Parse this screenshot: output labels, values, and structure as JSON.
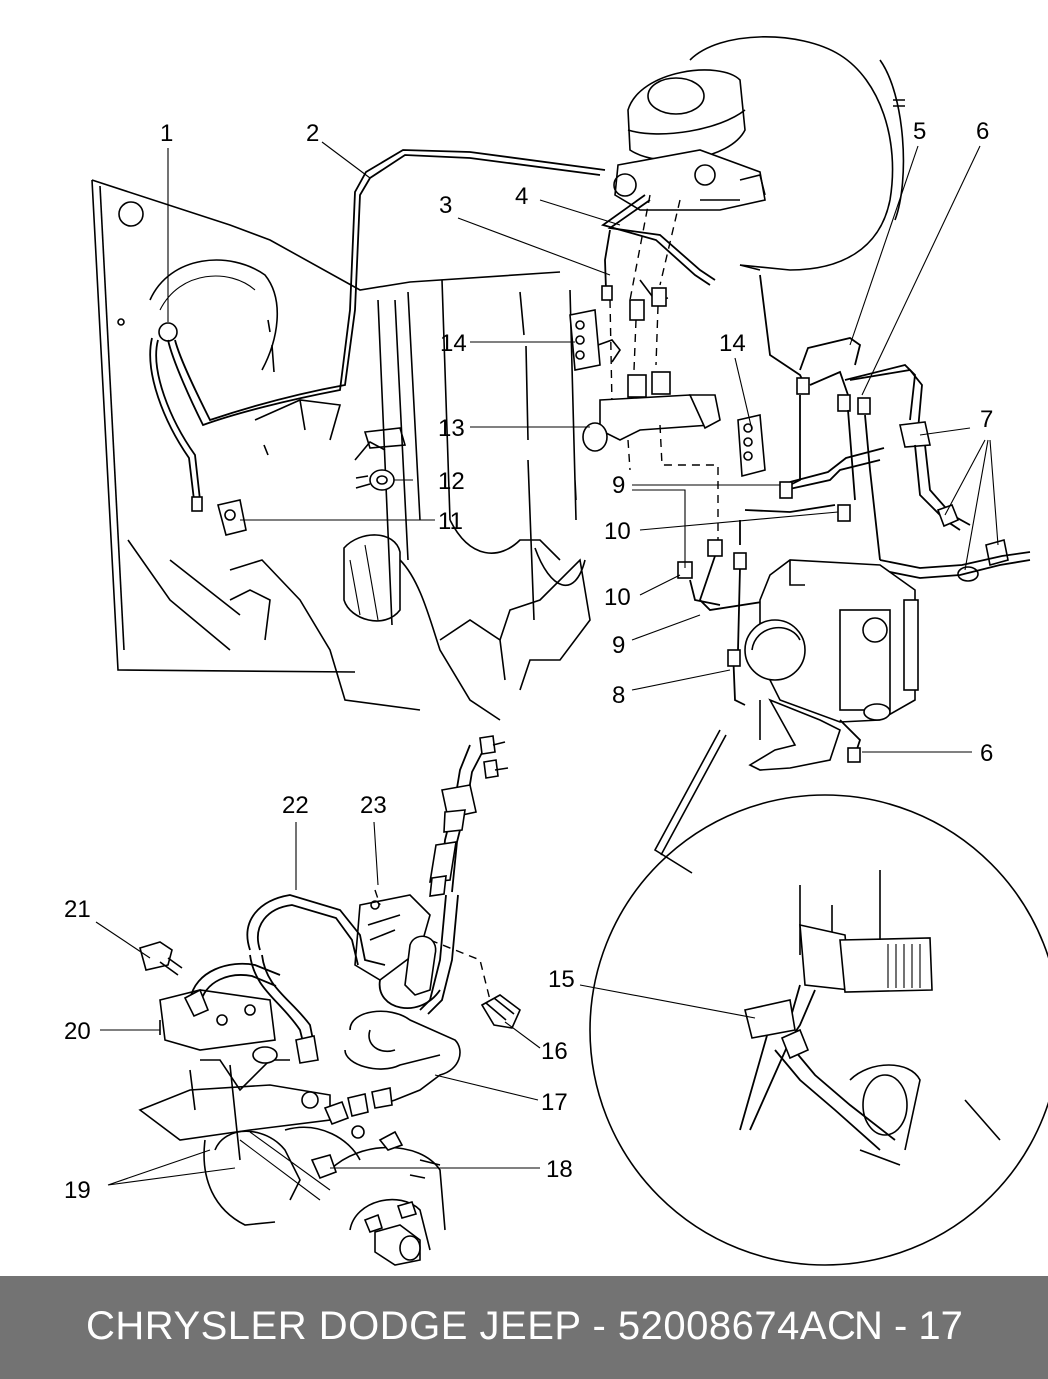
{
  "diagram": {
    "callouts": {
      "c1": "1",
      "c2": "2",
      "c3": "3",
      "c4": "4",
      "c5": "5",
      "c6a": "6",
      "c6b": "6",
      "c7": "7",
      "c8": "8",
      "c9a": "9",
      "c9b": "9",
      "c10a": "10",
      "c10b": "10",
      "c11": "11",
      "c12": "12",
      "c13": "13",
      "c14a": "14",
      "c14b": "14",
      "c15": "15",
      "c16": "16",
      "c17": "17",
      "c18": "18",
      "c19": "19",
      "c20": "20",
      "c21": "21",
      "c22": "22",
      "c23": "23"
    }
  },
  "footer": {
    "title": "CHRYSLER DODGE JEEP - 52008674AC",
    "page": "N - 17",
    "background_color": "#737373",
    "text_color": "#ffffff"
  }
}
